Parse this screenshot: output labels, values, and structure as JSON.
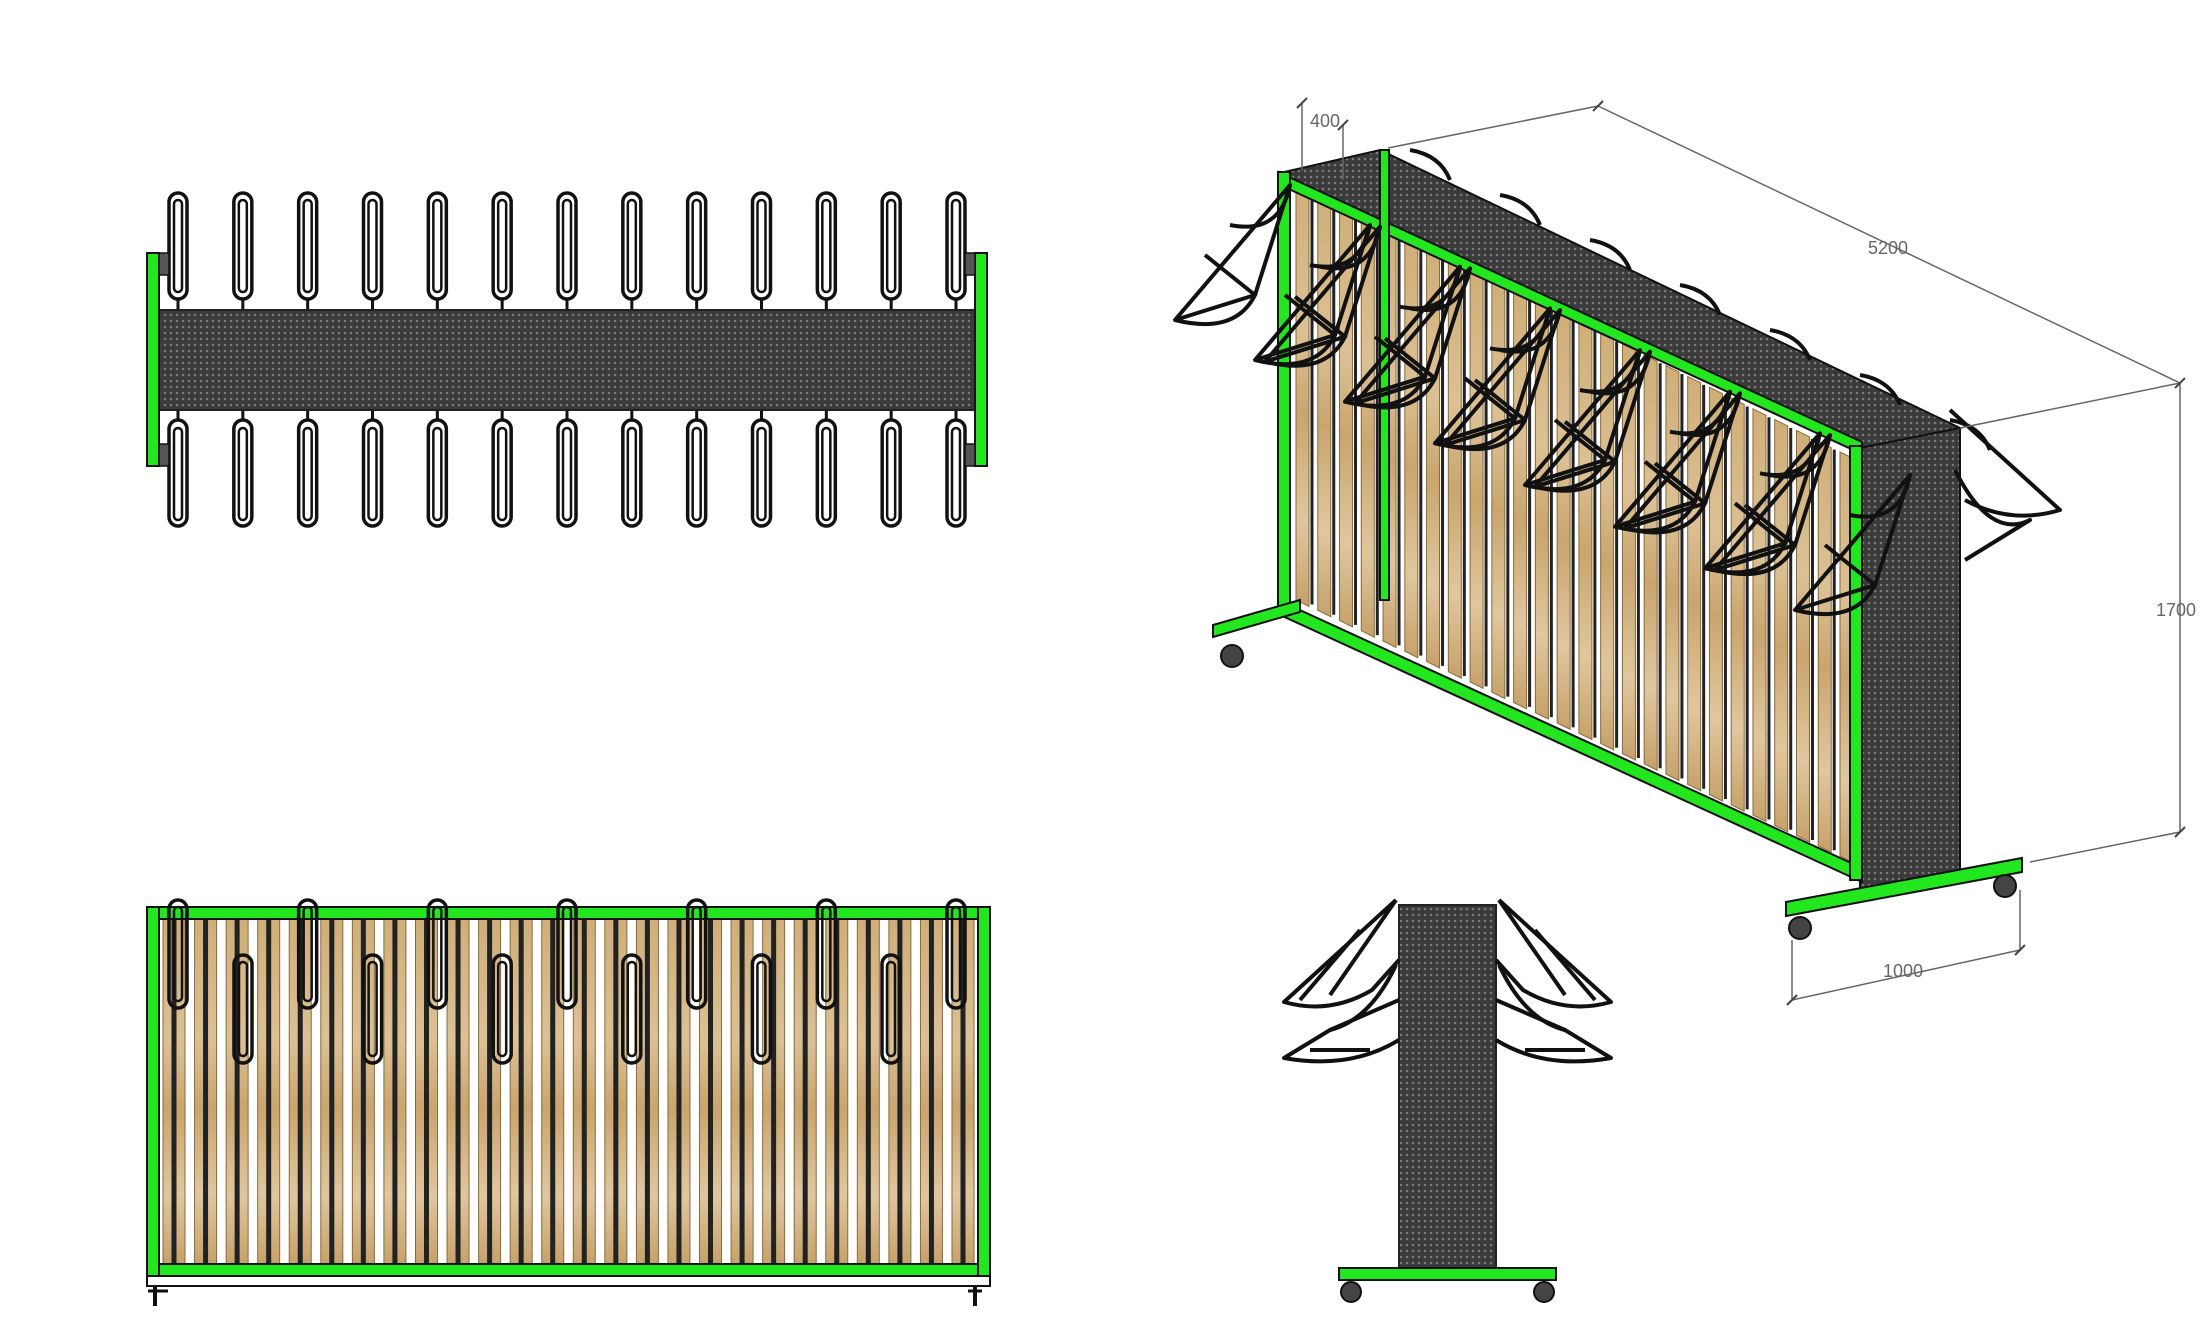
{
  "drawing": {
    "colors": {
      "frame": "#22e61e",
      "mesh": "#3a3a3a",
      "wood": "#d6b98a",
      "wood_dark": "#b8955e",
      "hook": "#111111",
      "dimension": "#666666",
      "background": "#ffffff"
    },
    "dimensions": {
      "depth": "400",
      "length": "5200",
      "height": "1700",
      "base_width": "1000"
    },
    "rack": {
      "hooks_per_side_top_view": 13,
      "hooks_front_upper": 7,
      "hooks_front_lower": 6,
      "slats_front_view": 26
    }
  }
}
